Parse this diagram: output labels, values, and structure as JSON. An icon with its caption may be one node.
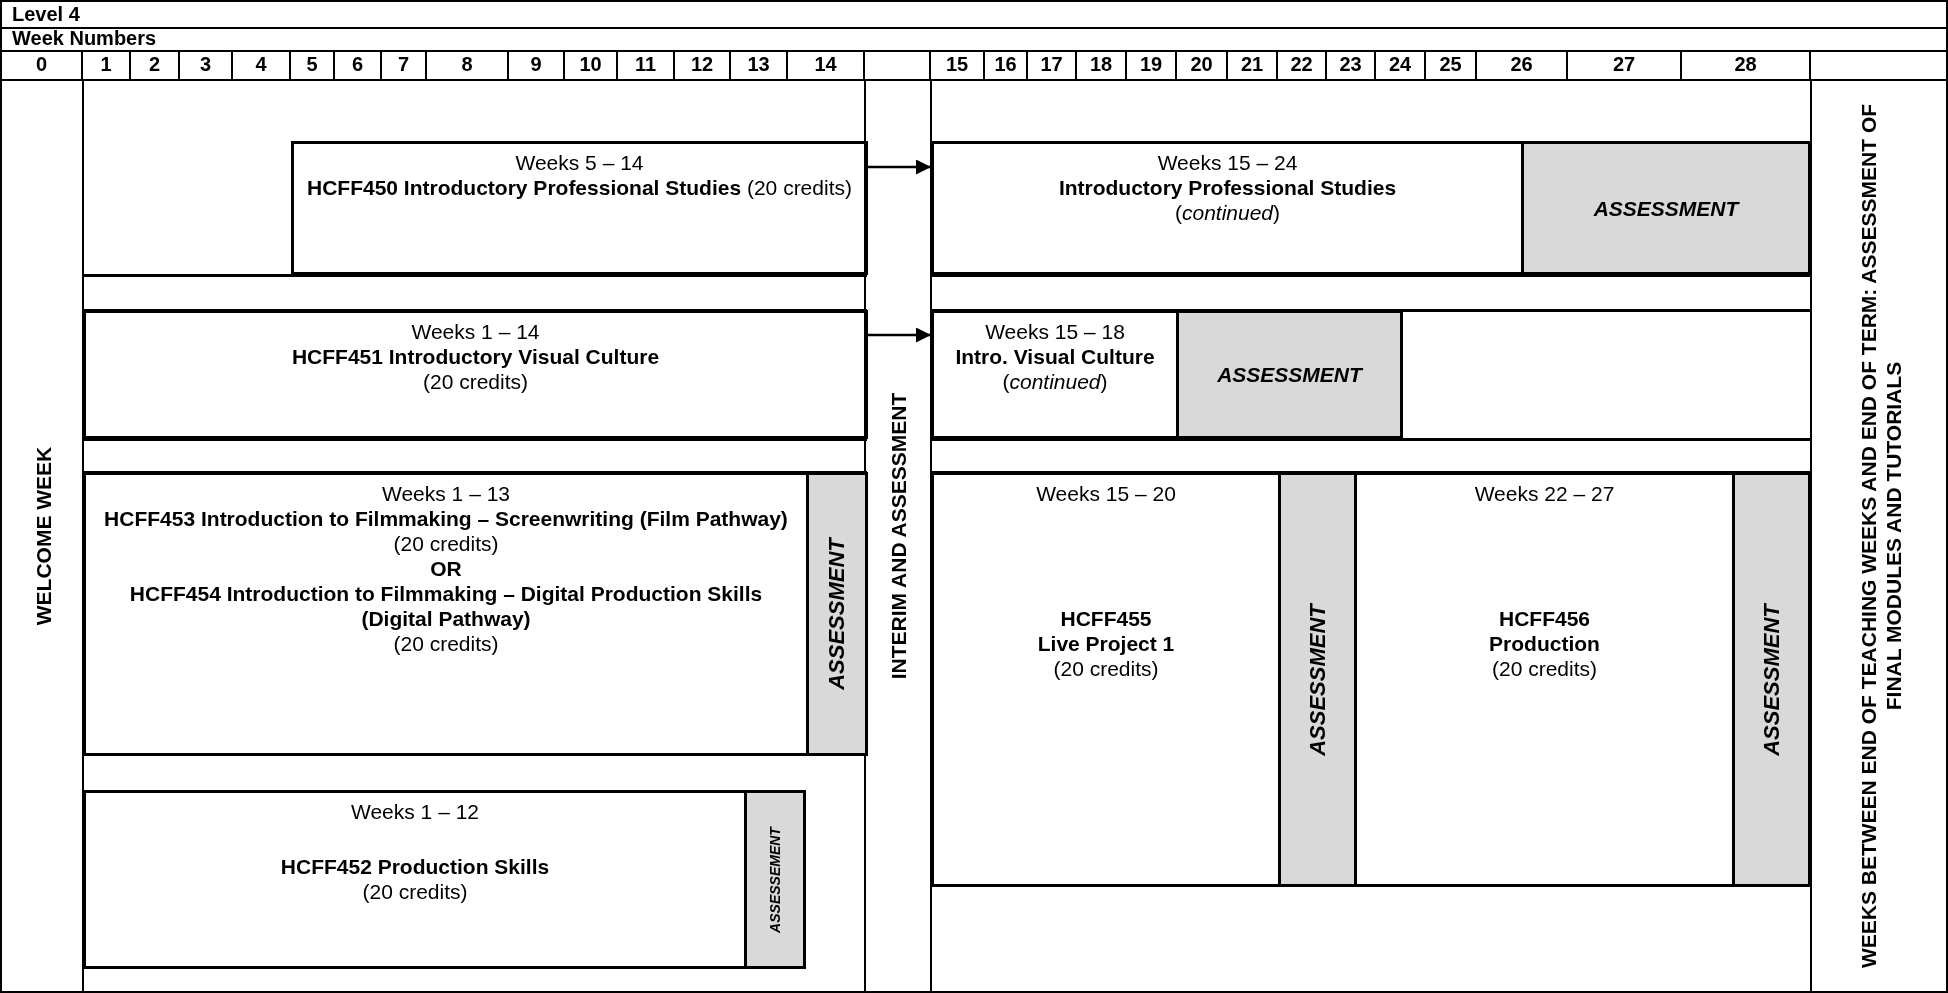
{
  "diagram": {
    "nodes": [
      {
        "text": [
          "Weeks 5 – 14",
          "**HCFF450 Introductory Professional Studies** (20 credits)"
        ]
      },
      {
        "text": [
          "Weeks 15 – 24",
          "Introductory Professional Studies",
          "(*continued*)"
        ]
      },
      {
        "text": [
          "ASSESSMENT"
        ]
      },
      {
        "text": [
          "Weeks 1 – 14",
          "HCFF451 Introductory Visual Culture",
          "(20 credits)"
        ]
      },
      {
        "text": [
          "Weeks 15 – 18",
          "Intro. Visual Culture",
          "(*continued*)"
        ]
      },
      {
        "text": [
          "ASSESSMENT"
        ]
      },
      {
        "text": [
          "Weeks 1 – 13",
          "HCFF453 Introduction to Filmmaking – Screenwriting (Film Pathway)",
          "(20 credits)",
          "OR",
          "HCFF454 Introduction to Filmmaking – Digital Production Skills (Digital Pathway)",
          "(20 credits)"
        ]
      },
      {
        "text": [
          "ASSESSMENT"
        ]
      },
      {
        "text": [
          "Weeks 1 – 12",
          "HCFF452 Production Skills",
          "(20 credits)"
        ]
      },
      {
        "text": [
          "ASSESSEMENT"
        ]
      },
      {
        "text": [
          "Weeks 15 – 20",
          "HCFF455",
          "Live Project 1",
          "(20 credits)"
        ]
      },
      {
        "text": [
          "ASSESSMENT"
        ]
      },
      {
        "text": [
          "Weeks 22 – 27",
          "HCFF456",
          "Production",
          "(20 credits)"
        ]
      },
      {
        "text": [
          "ASSESSMENT"
        ]
      },
      {
        "text": [
          "WELCOME WEEK"
        ]
      },
      {
        "text": [
          "INTERIM AND ASSESSMENT"
        ]
      },
      {
        "text": [
          "WEEKS BETWEEN END OF TEACHING WEEKS AND END OF TERM: ASSESSMENT OF FINAL MODULES AND TUTORIALS"
        ]
      }
    ],
    "edges": [
      {
        "from": 0,
        "to": 1,
        "arrow": "to"
      },
      {
        "from": 3,
        "to": 4,
        "arrow": "to"
      }
    ],
    "labels": [
      "Level 4",
      "Week Numbers",
      "0",
      "1",
      "2",
      "3",
      "4",
      "5",
      "6",
      "7",
      "8",
      "9",
      "10",
      "11",
      "12",
      "13",
      "14",
      "15",
      "16",
      "17",
      "18",
      "19",
      "20",
      "21",
      "22",
      "23",
      "24",
      "25",
      "26",
      "27",
      "28"
    ]
  }
}
